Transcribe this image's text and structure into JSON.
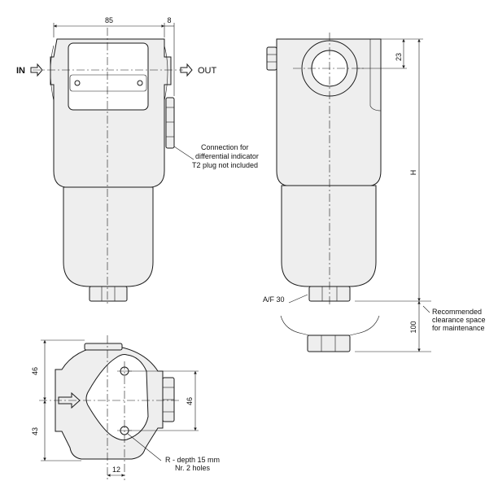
{
  "labels": {
    "inlet": "IN",
    "outlet": "OUT",
    "connection_note": [
      "Connection for",
      "differential indicator",
      "T2 plug not included"
    ],
    "af_label": "A/F 30",
    "clearance_note": [
      "Recommended",
      "clearance space",
      "for maintenance"
    ],
    "holes_note": [
      "R - depth 15 mm",
      "Nr. 2 holes"
    ]
  },
  "dimensions": {
    "width": "85",
    "indicator_offset": "8",
    "port_offset": "23",
    "height": "H",
    "clearance": "100",
    "top_half": "46",
    "bottom_half": "43",
    "hole_spacing": "46",
    "hole_offset": "12"
  }
}
